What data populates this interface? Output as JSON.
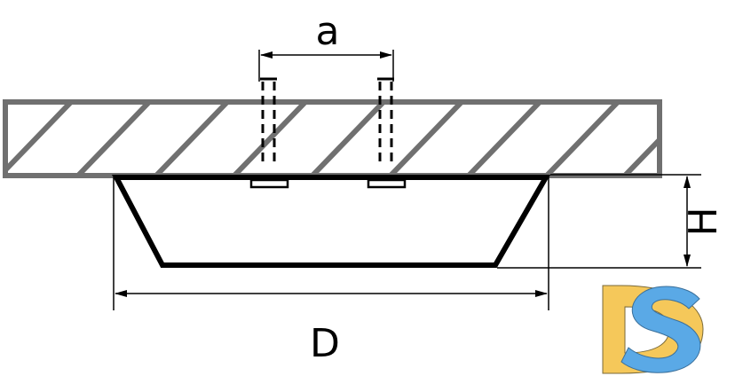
{
  "labels": {
    "spacing": "a",
    "height": "H",
    "diameter": "D"
  },
  "logo": {
    "text": "DS",
    "colors": {
      "d_fill": "#f5c85a",
      "s_fill": "#5aa9e6",
      "outline": "#7a6a3a"
    }
  },
  "colors": {
    "stroke": "#000000",
    "ceiling": "#707070",
    "dimension": "#000000",
    "background": "#ffffff"
  }
}
